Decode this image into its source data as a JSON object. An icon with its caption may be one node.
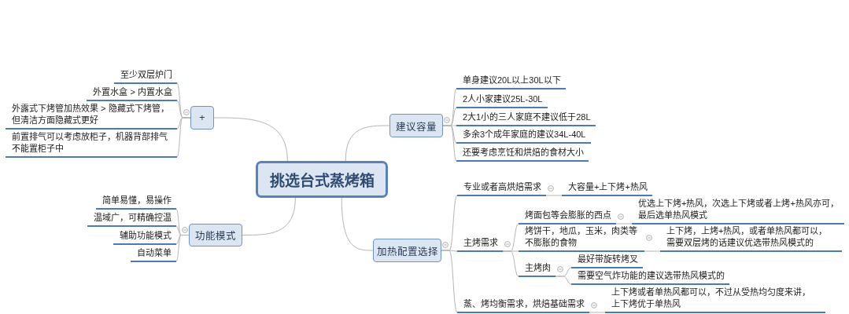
{
  "diagram": {
    "nodes": [
      {
        "text": [
          "挑选台式蒸烤箱"
        ]
      },
      {
        "text": [
          "+"
        ]
      },
      {
        "text": [
          "至少双层炉门"
        ]
      },
      {
        "text": [
          "外置水盒 > 内置水盒"
        ]
      },
      {
        "text": [
          "外露式下烤管加热效果 > 隐藏式下烤管，但清洁方面隐藏式更好"
        ]
      },
      {
        "text": [
          "前置排气可以考虑放柜子，机器背部排气不能置柜子中"
        ]
      },
      {
        "text": [
          "建议容量"
        ]
      },
      {
        "text": [
          "单身建议20L以上30L以下"
        ]
      },
      {
        "text": [
          "2人小家建议25L-30L"
        ]
      },
      {
        "text": [
          "2大1小的三人家庭不建议低于28L"
        ]
      },
      {
        "text": [
          "多余3个成年家庭的建议34L-40L"
        ]
      },
      {
        "text": [
          "还要考虑烹饪和烘焙的食材大小"
        ]
      },
      {
        "text": [
          "功能模式"
        ]
      },
      {
        "text": [
          "简单易懂，易操作"
        ]
      },
      {
        "text": [
          "温域广，可精确控温"
        ]
      },
      {
        "text": [
          "辅助功能模式"
        ]
      },
      {
        "text": [
          "自动菜单"
        ]
      },
      {
        "text": [
          "加热配置选择"
        ]
      },
      {
        "text": [
          "专业或者高烘焙需求"
        ]
      },
      {
        "text": [
          "大容量+上下烤+热风"
        ]
      },
      {
        "text": [
          "主烤需求"
        ]
      },
      {
        "text": [
          "烤面包等会膨胀的西点"
        ]
      },
      {
        "text": [
          "优选上下烤+热风，次选上下烤或者上烤+热风亦可，最后选单热风模式"
        ]
      },
      {
        "text": [
          "烤饼干，地瓜，玉米，肉类等不膨胀的食物"
        ]
      },
      {
        "text": [
          "上下烤，上烤+热风，或者单热风都可以，需要双层烤的话建议优选带热风模式的"
        ]
      },
      {
        "text": [
          "主烤肉"
        ]
      },
      {
        "text": [
          "最好带旋转烤叉"
        ]
      },
      {
        "text": [
          "需要空气炸功能的建议选带热风模式的"
        ]
      },
      {
        "text": [
          "蒸、烤均衡需求，烘焙基础需求"
        ]
      },
      {
        "text": [
          "上下烤或者单热风都可以，不过从受热均匀度来讲，上下烤优于单热风"
        ]
      }
    ],
    "edges": [
      {
        "from": 0,
        "to": 1,
        "arrow": "none"
      },
      {
        "from": 1,
        "to": 2,
        "arrow": "none"
      },
      {
        "from": 1,
        "to": 3,
        "arrow": "none"
      },
      {
        "from": 1,
        "to": 4,
        "arrow": "none"
      },
      {
        "from": 1,
        "to": 5,
        "arrow": "none"
      },
      {
        "from": 0,
        "to": 6,
        "arrow": "none"
      },
      {
        "from": 6,
        "to": 7,
        "arrow": "none"
      },
      {
        "from": 6,
        "to": 8,
        "arrow": "none"
      },
      {
        "from": 6,
        "to": 9,
        "arrow": "none"
      },
      {
        "from": 6,
        "to": 10,
        "arrow": "none"
      },
      {
        "from": 6,
        "to": 11,
        "arrow": "none"
      },
      {
        "from": 0,
        "to": 12,
        "arrow": "none"
      },
      {
        "from": 12,
        "to": 13,
        "arrow": "none"
      },
      {
        "from": 12,
        "to": 14,
        "arrow": "none"
      },
      {
        "from": 12,
        "to": 15,
        "arrow": "none"
      },
      {
        "from": 12,
        "to": 16,
        "arrow": "none"
      },
      {
        "from": 0,
        "to": 17,
        "arrow": "none"
      },
      {
        "from": 17,
        "to": 18,
        "arrow": "none"
      },
      {
        "from": 18,
        "to": 19,
        "arrow": "none"
      },
      {
        "from": 17,
        "to": 20,
        "arrow": "none"
      },
      {
        "from": 20,
        "to": 21,
        "arrow": "none"
      },
      {
        "from": 21,
        "to": 22,
        "arrow": "none"
      },
      {
        "from": 20,
        "to": 23,
        "arrow": "none"
      },
      {
        "from": 23,
        "to": 24,
        "arrow": "none"
      },
      {
        "from": 20,
        "to": 25,
        "arrow": "none"
      },
      {
        "from": 25,
        "to": 26,
        "arrow": "none"
      },
      {
        "from": 25,
        "to": 27,
        "arrow": "none"
      },
      {
        "from": 17,
        "to": 28,
        "arrow": "none"
      },
      {
        "from": 28,
        "to": 29,
        "arrow": "none"
      }
    ]
  }
}
